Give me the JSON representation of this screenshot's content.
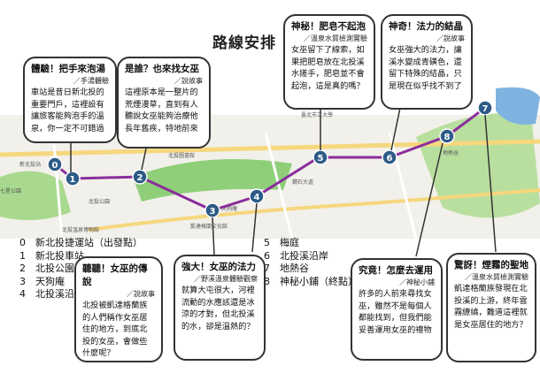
{
  "title": "路線安排",
  "map_labels": {
    "station_hsinpeitou": "新北投站",
    "park": "北投公園",
    "library": "北投圖書館",
    "hotspring_museum": "北投溫泉博物館",
    "ketagalan": "凱達格蘭文化館",
    "beitou_stop": "北投公園",
    "seven_star": "七星公園",
    "mall": "鑽石大道",
    "tianguo": "天狗庵",
    "thermal_valley": "地熱谷",
    "university": "臺北市立大學"
  },
  "bubbles": [
    {
      "id": "b1",
      "head": "體驗！把手來泡湯",
      "src": "／手湯體驗",
      "body": "車站是昔日新北投的重要門戶，這裡設有讓旅客能夠泡手的溫泉，你一定不可錯過"
    },
    {
      "id": "b2",
      "head": "是誰？也來找女巫",
      "src": "／說故事",
      "body": "這裡原本是一整片的荒煙漫草，直到有人聽說女巫能夠治療他長年舊疾，特地前來"
    },
    {
      "id": "b3",
      "head": "神秘！肥皂不起泡",
      "src": "／溫泉水質檢測實驗",
      "body": "女巫留下了線索，如果把肥皂放在北投溪水搓手，肥皂並不會起泡，這是真的嗎？"
    },
    {
      "id": "b4",
      "head": "神奇！法力的結晶",
      "src": "／說故事",
      "body": "女巫強大的法力，讓溪水變成青磺色，還留下特殊的結晶，只是現在似乎找不到了"
    },
    {
      "id": "b5",
      "head": "聽聽！女巫的傳說",
      "src": "／說故事",
      "body": "北投被凱達格蘭族的人們稱作女巫居住的地方，到底北投的女巫，會做些什麼呢？"
    },
    {
      "id": "b6",
      "head": "強大！女巫的法力",
      "src": "／野溪溫泉體驗觀察",
      "body": "就算大屯很大，河裡流動的水應該還是冰涼的才對，但北投溪的水，卻是溫熱的？"
    },
    {
      "id": "b7",
      "head": "究竟！怎麼去運用",
      "src": "／神秘小鋪",
      "body": "許多的人前來尋找女巫，雖然不是每個人都能找到，但我們能妥善運用女巫的禮物"
    },
    {
      "id": "b8",
      "head": "驚訝！煙霧的聖地",
      "src": "／溫泉水質檢測實驗",
      "body": "凱達格蘭族發現在北投溪的上游，終年雲霧繚繞，難道這裡就是女巫居住的地方？"
    }
  ],
  "legend_left": [
    "0　新北投捷運站（出發點）",
    "1　新北投車站",
    "2　北投公園",
    "3　天狗庵",
    "4　北投溪沿岸"
  ],
  "legend_right": [
    "5　梅庭",
    "6　北投溪沿岸",
    "7　地熱谷",
    "8　神秘小鋪（終點）"
  ],
  "markers": [
    "0",
    "1",
    "2",
    "3",
    "4",
    "5",
    "6",
    "7",
    "8"
  ],
  "colors": {
    "route": "#8a2d9b",
    "marker": "#2d5b86",
    "park": "#8fcf7a",
    "water": "#7eb3e0",
    "road": "#f6d77d"
  }
}
